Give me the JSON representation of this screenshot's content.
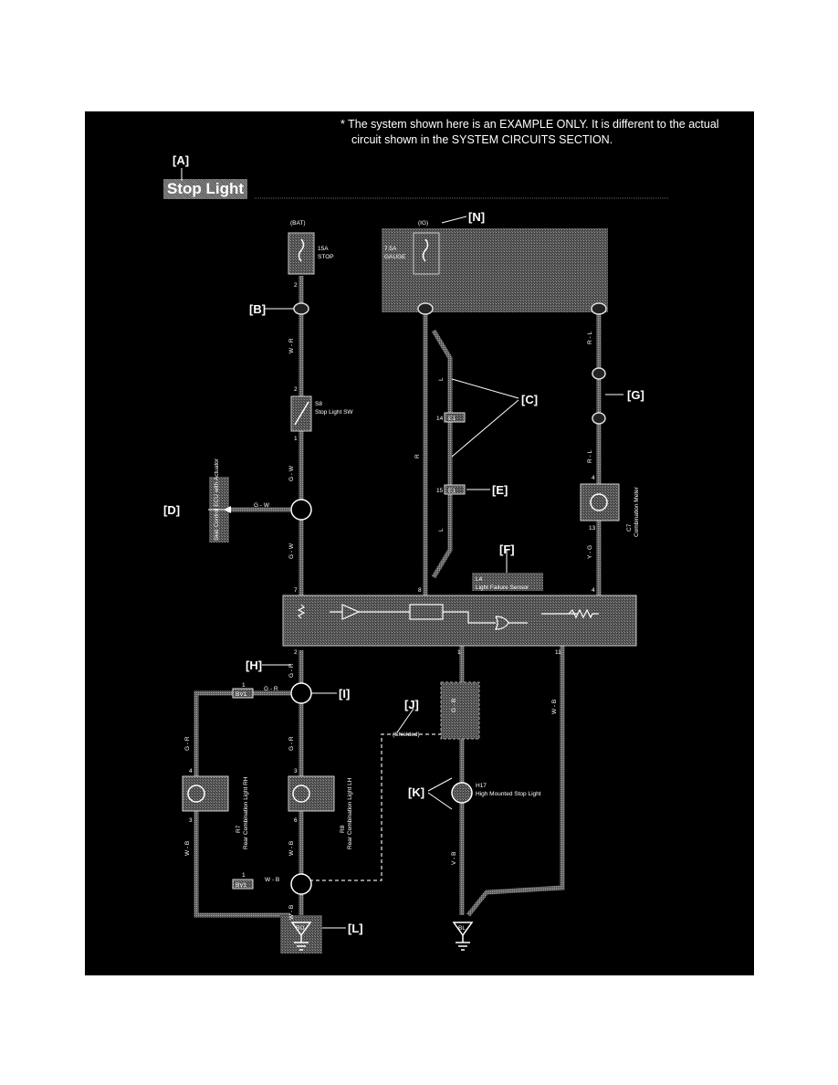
{
  "note": {
    "line1": "* The system shown here is an EXAMPLE ONLY. It is different to the actual",
    "line2": "circuit shown in the SYSTEM CIRCUITS SECTION."
  },
  "title": "Stop Light",
  "callouts": {
    "A": "[A]",
    "B": "[B]",
    "C": "[C]",
    "D": "[D]",
    "E": "[E]",
    "F": "[F]",
    "G": "[G]",
    "H": "[H]",
    "I": "[I]",
    "J": "[J]",
    "K": "[K]",
    "L": "[L]",
    "N": "[N]"
  },
  "fuses": {
    "stop": {
      "source": "(BAT)",
      "rating": "15A",
      "name": "STOP"
    },
    "gauge": {
      "source": "(IG)",
      "rating": "7.5A",
      "name": "GAUGE"
    }
  },
  "components": {
    "stop_light_sw": {
      "code": "S8",
      "name": "Stop Light SW"
    },
    "skid_ecu": {
      "name": "Skid Control ECU with Actuator"
    },
    "light_failure_sensor": {
      "code": "L4",
      "name": "Light Failure Sensor"
    },
    "combination_meter": {
      "code": "C7",
      "name": "Combination Meter"
    },
    "rear_rh": {
      "code": "R7",
      "name": "Rear Combination Light RH"
    },
    "rear_lh": {
      "code": "R8",
      "name": "Rear Combination Light LH"
    },
    "high_mounted": {
      "code": "H17",
      "name": "High Mounted Stop Light"
    },
    "shielded": "(Shielded)"
  },
  "wires": {
    "w_r": "W - R",
    "g_w": "G - W",
    "g_r": "G - R",
    "w_b": "W - B",
    "r": "R",
    "l": "L",
    "r_l": "R - L",
    "y_g": "Y - G",
    "g_b": "G - B",
    "v_b": "V - B"
  },
  "connectors": {
    "e1a": "E1",
    "e1b": "E1",
    "bv1a": "BV1",
    "bv1b": "BV1",
    "bl": "BL",
    "bo": "BO"
  },
  "pins": {
    "p1": "1",
    "p2": "2",
    "p3": "3",
    "p4": "4",
    "p6": "6",
    "p7": "7",
    "p8": "8",
    "p11": "11",
    "p13": "13",
    "p14": "14",
    "p15": "15"
  }
}
